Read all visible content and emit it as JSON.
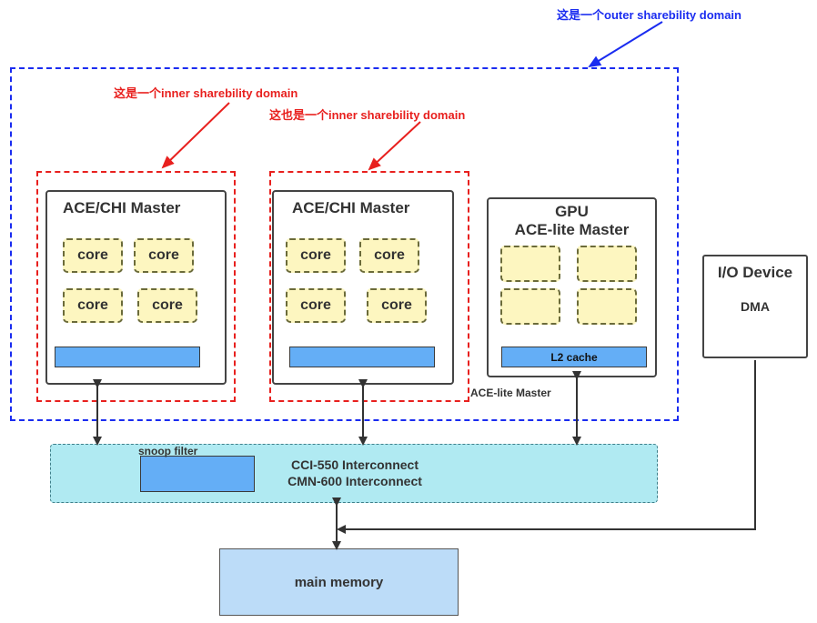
{
  "annotations": {
    "outer_domain": "这是一个outer sharebility domain",
    "inner_domain_1": "这是一个inner sharebility domain",
    "inner_domain_2": "这也是一个inner sharebility domain"
  },
  "cluster_1": {
    "title": "ACE/CHI Master",
    "cores": [
      "core",
      "core",
      "core",
      "core"
    ]
  },
  "cluster_2": {
    "title": "ACE/CHI Master",
    "cores": [
      "core",
      "core",
      "core",
      "core"
    ]
  },
  "gpu": {
    "title_line1": "GPU",
    "title_line2": "ACE-lite Master",
    "cache_label": "L2 cache",
    "port_label": "ACE-lite Master"
  },
  "io_device": {
    "title": "I/O Device",
    "subtitle": "DMA"
  },
  "interconnect": {
    "snoop_label": "snoop filter",
    "line1": "CCI-550  Interconnect",
    "line2": "CMN-600 Interconnect"
  },
  "memory": {
    "label": "main memory"
  },
  "colors": {
    "outer_domain": "#1a2cf0",
    "inner_domain": "#e8201e",
    "core_fill": "#fdf6c0",
    "cache_fill": "#64aef6",
    "interconnect_fill": "#b0eaf2",
    "memory_fill": "#bcdcf8"
  }
}
